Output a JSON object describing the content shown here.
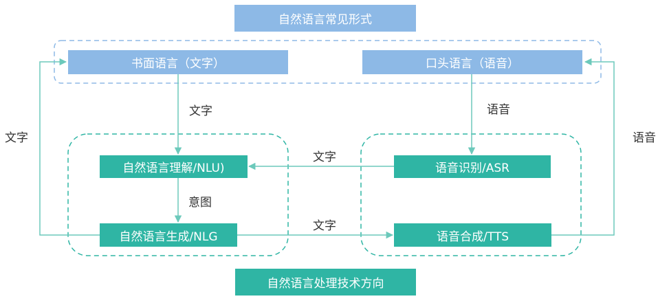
{
  "title": "自然语言常见形式",
  "footer": "自然语言处理技术方向",
  "nodes": {
    "written": "书面语言（文字）",
    "spoken": "口头语言（语音）",
    "nlu": "自然语言理解/NLU)",
    "nlg": "自然语言生成/NLG",
    "asr": "语音识别/ASR",
    "tts": "语音合成/TTS"
  },
  "edge_labels": {
    "written_to_nlu": "文字",
    "spoken_to_asr": "语音",
    "asr_to_nlu": "文字",
    "nlu_to_nlg": "意图",
    "nlg_to_tts": "文字",
    "nlg_to_written": "文字",
    "tts_to_spoken": "语音"
  },
  "colors": {
    "blue_box": "#8db9e6",
    "teal_box": "#2fb5a4",
    "line": "#6cc9bb"
  }
}
